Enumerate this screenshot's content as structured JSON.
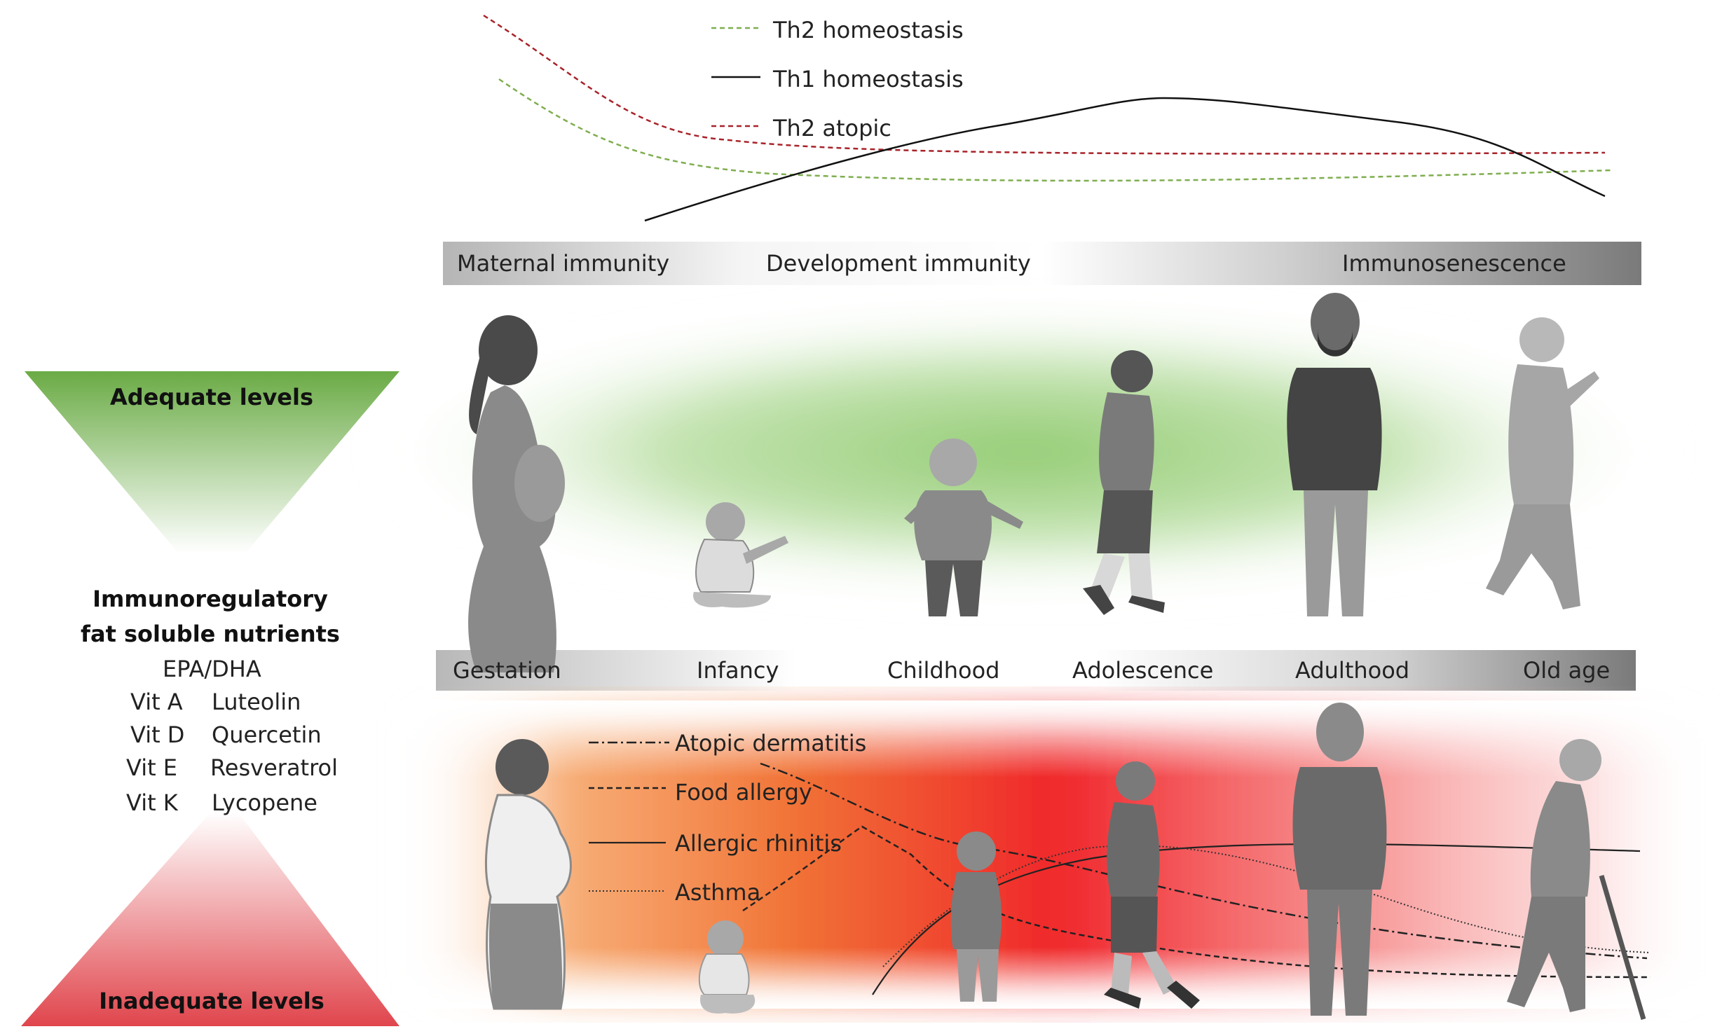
{
  "top_legend": [
    {
      "label": "Th2 homeostasis",
      "color": "#7fae4f",
      "style": "dashed"
    },
    {
      "label": "Th1 homeostasis",
      "color": "#111111",
      "style": "solid"
    },
    {
      "label": "Th2 atopic",
      "color": "#a8232a",
      "style": "dashed"
    }
  ],
  "immunity_bar": {
    "maternal": "Maternal immunity",
    "development": "Development immunity",
    "senescence": "Immunosenescence"
  },
  "life_stage_bar": {
    "gestation": "Gestation",
    "infancy": "Infancy",
    "childhood": "Childhood",
    "adolescence": "Adolescence",
    "adulthood": "Adulthood",
    "old_age": "Old age"
  },
  "nutrient_panel": {
    "adequate": "Adequate levels",
    "inadequate": "Inadequate levels",
    "title_line1": "Immunoregulatory",
    "title_line2": "fat soluble nutrients",
    "epa": "EPA/DHA",
    "items": [
      {
        "vit": "Vit A",
        "compound": "Luteolin"
      },
      {
        "vit": "Vit D",
        "compound": "Quercetin"
      },
      {
        "vit": "Vit E",
        "compound": "Resveratrol"
      },
      {
        "vit": "Vit K",
        "compound": "Lycopene"
      }
    ],
    "adequate_color": "#6aab45",
    "inadequate_color": "#e0454c"
  },
  "allergy_legend": [
    {
      "label": "Atopic dermatitis",
      "style": "dash-dot"
    },
    {
      "label": "Food allergy",
      "style": "dashed"
    },
    {
      "label": "Allergic rhinitis",
      "style": "solid"
    },
    {
      "label": "Asthma",
      "style": "dotted"
    }
  ],
  "colors": {
    "healthy_band": "#8cc86a",
    "disease_band_warm": "#f07a2a",
    "disease_band_red": "#f0252a",
    "figure_gray": "#8a8a8a"
  }
}
